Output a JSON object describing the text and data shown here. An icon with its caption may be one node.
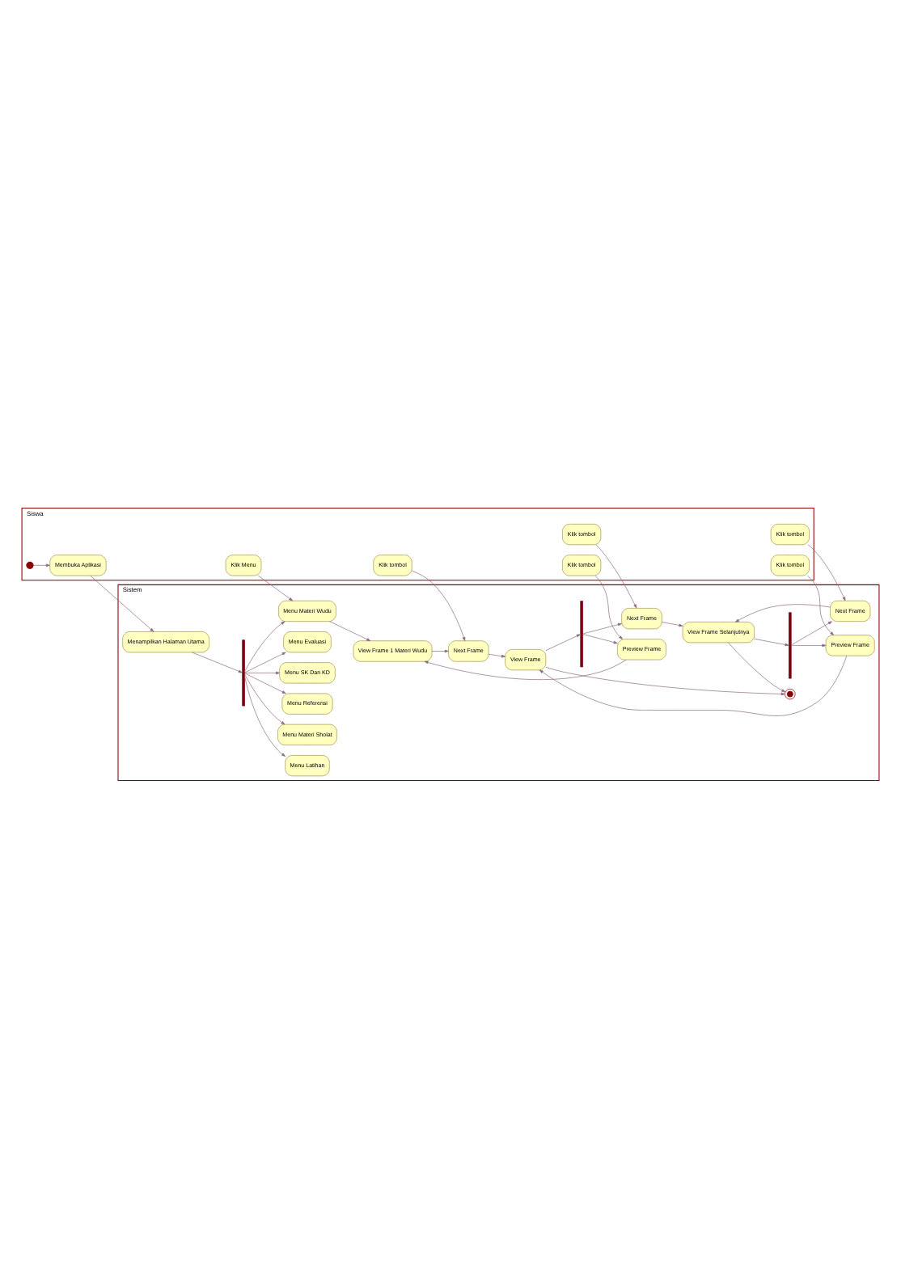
{
  "diagram": {
    "nodes": [
      {
        "text": [
          "Sistem"
        ]
      },
      {
        "text": [
          "Siswa"
        ]
      },
      {
        "text": [],
        "shape": "circle",
        "in": 1
      },
      {
        "text": [
          "Membuka Aplikasi"
        ],
        "in": 1
      },
      {
        "text": [
          "Klik Menu"
        ],
        "in": 1
      },
      {
        "text": [
          "Klik tombol"
        ],
        "in": 1
      },
      {
        "text": [
          "Klik tombol"
        ],
        "in": 1
      },
      {
        "text": [
          "Klik tombol"
        ],
        "in": 1
      },
      {
        "text": [
          "Klik tombol"
        ],
        "in": 1
      },
      {
        "text": [
          "Klik tombol"
        ],
        "in": 1
      },
      {
        "text": [
          "Menampilkan Halaman Utama"
        ],
        "in": 0
      },
      {
        "text": [],
        "shape": "bar",
        "in": 0
      },
      {
        "text": [
          "Menu Referensi"
        ],
        "in": 0
      },
      {
        "text": [
          "Menu Evaluasi"
        ],
        "in": 0
      },
      {
        "text": [
          "Menu Latihan"
        ],
        "in": 0
      },
      {
        "text": [
          "Menu Materi Sholat"
        ],
        "in": 0
      },
      {
        "text": [
          "Menu Materi Wudu"
        ],
        "in": 0
      },
      {
        "text": [
          "Menu SK Dan KD"
        ],
        "in": 0
      },
      {
        "text": [
          "View Frame 1 Materi Wudu"
        ],
        "in": 0
      },
      {
        "text": [
          "Next Frame"
        ],
        "in": 0
      },
      {
        "text": [
          "View Frame"
        ],
        "in": 0
      },
      {
        "text": [],
        "shape": "bar",
        "in": 0
      },
      {
        "text": [
          "Preview Frame"
        ],
        "in": 0
      },
      {
        "text": [
          "Next Frame"
        ],
        "in": 0
      },
      {
        "text": [
          "View Frame Selanjutnya"
        ],
        "in": 0
      },
      {
        "text": [],
        "shape": "circle",
        "in": 0
      },
      {
        "text": [],
        "shape": "bar",
        "in": 0
      },
      {
        "text": [
          "Preview Frame"
        ],
        "in": 0
      },
      {
        "text": [
          "Next Frame"
        ],
        "in": 0
      }
    ],
    "edges": [
      {
        "from": 2,
        "to": 3,
        "arrow": "to"
      },
      {
        "from": 3,
        "to": 10,
        "arrow": "to"
      },
      {
        "from": 10,
        "to": 11,
        "arrow": "to"
      },
      {
        "from": 11,
        "to": 12,
        "arrow": "to"
      },
      {
        "from": 11,
        "to": 13,
        "arrow": "to"
      },
      {
        "from": 11,
        "to": 14,
        "arrow": "to"
      },
      {
        "from": 11,
        "to": 15,
        "arrow": "to"
      },
      {
        "from": 11,
        "to": 16,
        "arrow": "to"
      },
      {
        "from": 11,
        "to": 17,
        "arrow": "to"
      },
      {
        "from": 4,
        "to": 16,
        "arrow": "to"
      },
      {
        "from": 16,
        "to": 18,
        "arrow": "to"
      },
      {
        "from": 18,
        "to": 19,
        "arrow": "to"
      },
      {
        "from": 5,
        "to": 19,
        "arrow": "to"
      },
      {
        "from": 19,
        "to": 20,
        "arrow": "to"
      },
      {
        "from": 20,
        "to": 21,
        "arrow": "to"
      },
      {
        "from": 20,
        "to": 25,
        "arrow": "to"
      },
      {
        "from": 21,
        "to": 22,
        "arrow": "to"
      },
      {
        "from": 21,
        "to": 23,
        "arrow": "to"
      },
      {
        "from": 6,
        "to": 22,
        "arrow": "to"
      },
      {
        "from": 22,
        "to": 18,
        "arrow": "to"
      },
      {
        "from": 7,
        "to": 23,
        "arrow": "to"
      },
      {
        "from": 23,
        "to": 24,
        "arrow": "to"
      },
      {
        "from": 24,
        "to": 25,
        "arrow": "to"
      },
      {
        "from": 24,
        "to": 26,
        "arrow": "to"
      },
      {
        "from": 26,
        "to": 27,
        "arrow": "to"
      },
      {
        "from": 26,
        "to": 28,
        "arrow": "to"
      },
      {
        "from": 8,
        "to": 28,
        "arrow": "to"
      },
      {
        "from": 28,
        "to": 24,
        "arrow": "to"
      },
      {
        "from": 9,
        "to": 27,
        "arrow": "to"
      },
      {
        "from": 27,
        "to": 20,
        "arrow": "to"
      }
    ]
  }
}
